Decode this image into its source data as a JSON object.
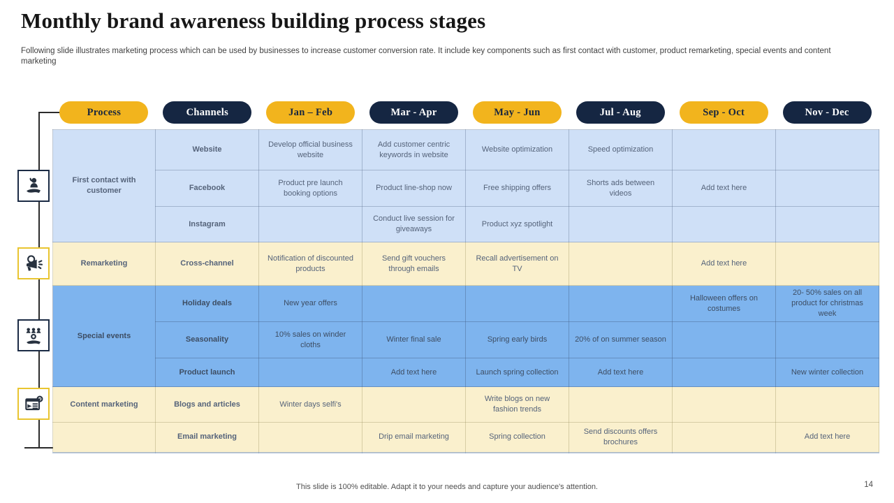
{
  "title": "Monthly brand awareness building process stages",
  "subtitle": "Following slide illustrates marketing process which can be used by businesses to increase customer conversion rate. It include key components such as first contact with customer, product remarketing, special events and content marketing",
  "colors": {
    "accent_yellow": "#f2b41d",
    "accent_navy": "#152642",
    "row_light_blue": "#cfe0f7",
    "row_cream": "#faf0cd",
    "row_mid_blue": "#7eb4ee"
  },
  "header_pills": [
    {
      "id": "process",
      "label": "Process",
      "style": "yellow"
    },
    {
      "id": "channels",
      "label": "Channels",
      "style": "navy"
    },
    {
      "id": "jan-feb",
      "label": "Jan – Feb",
      "style": "yellow"
    },
    {
      "id": "mar-apr",
      "label": "Mar - Apr",
      "style": "navy"
    },
    {
      "id": "may-jun",
      "label": "May - Jun",
      "style": "yellow"
    },
    {
      "id": "jul-aug",
      "label": "Jul - Aug",
      "style": "navy"
    },
    {
      "id": "sep-oct",
      "label": "Sep - Oct",
      "style": "yellow"
    },
    {
      "id": "nov-dec",
      "label": "Nov - Dec",
      "style": "navy"
    }
  ],
  "table": {
    "groups": [
      {
        "process": "First contact with customer",
        "icon": "customer-in-hand-icon",
        "tone": "lightblue",
        "rows": [
          {
            "channel": "Website",
            "cells": [
              "Develop official business website",
              "Add customer centric keywords in website",
              "Website optimization",
              "Speed optimization",
              "",
              ""
            ]
          },
          {
            "channel": "Facebook",
            "cells": [
              "Product pre launch booking options",
              "Product line-shop now",
              "Free shipping offers",
              "Shorts ads between videos",
              "Add text here",
              ""
            ]
          },
          {
            "channel": "Instagram",
            "cells": [
              "",
              "Conduct live session for giveaways",
              "Product xyz spotlight",
              "",
              "",
              ""
            ]
          }
        ]
      },
      {
        "process": "Remarketing",
        "icon": "megaphone-icon",
        "tone": "cream",
        "rows": [
          {
            "channel": "Cross-channel",
            "cells": [
              "Notification of discounted products",
              "Send gift vouchers through emails",
              "Recall advertisement on TV",
              "",
              "Add text here",
              ""
            ]
          }
        ]
      },
      {
        "process": "Special events",
        "icon": "team-in-hand-icon",
        "tone": "midblue",
        "rows": [
          {
            "channel": "Holiday deals",
            "cells": [
              "New year offers",
              "",
              "",
              "",
              "Halloween offers on costumes",
              "20- 50% sales on all product for christmas week"
            ]
          },
          {
            "channel": "Seasonality",
            "cells": [
              "10% sales on winder cloths",
              "Winter final sale",
              "Spring early birds",
              "20% of on summer season",
              "",
              ""
            ]
          },
          {
            "channel": "Product launch",
            "cells": [
              "",
              "Add text here",
              "Launch spring collection",
              "Add text here",
              "",
              "New winter collection"
            ]
          }
        ]
      },
      {
        "process": "Content marketing",
        "icon": "content-page-icon",
        "tone": "cream",
        "process_rowspan": 1,
        "rows": [
          {
            "channel": "Blogs and articles",
            "cells": [
              "Winter days selfi's",
              "",
              "Write blogs on new fashion trends",
              "",
              "",
              ""
            ]
          },
          {
            "channel": "Email marketing",
            "cells": [
              "",
              "Drip email marketing",
              "Spring collection",
              "Send discounts offers brochures",
              "",
              "Add text here"
            ]
          }
        ]
      }
    ]
  },
  "footer": {
    "note": "This slide is 100% editable. Adapt it to your needs and capture your audience's attention.",
    "page_number": "14"
  }
}
